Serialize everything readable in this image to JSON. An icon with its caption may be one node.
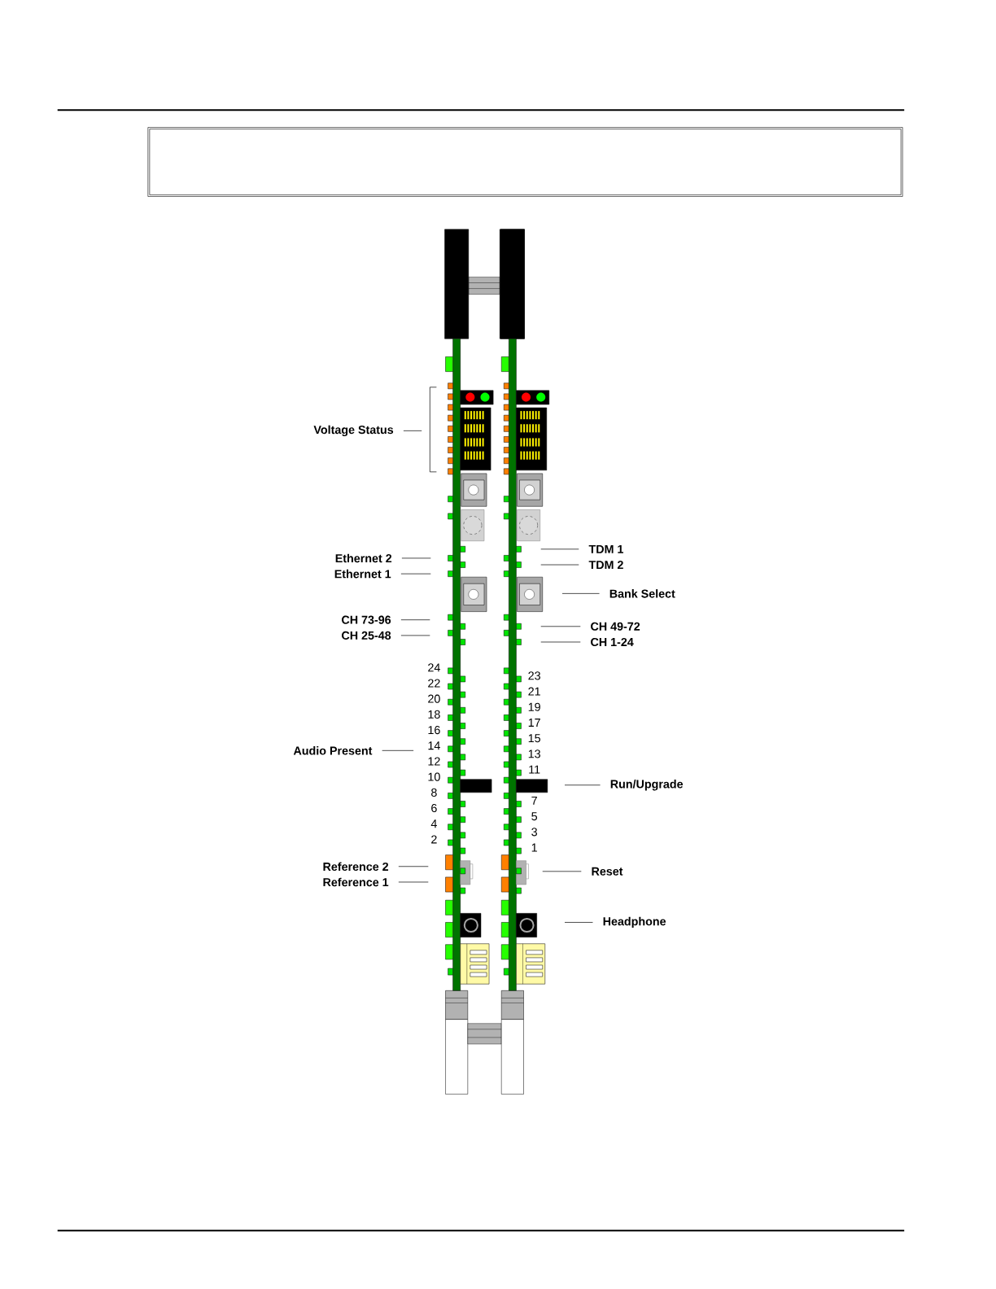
{
  "diagram": {
    "nodes": [
      {
        "text": [
          "Voltage Status"
        ]
      },
      {
        "text": [
          "TDM 1"
        ]
      },
      {
        "text": [
          "Ethernet 2"
        ]
      },
      {
        "text": [
          "TDM 2"
        ]
      },
      {
        "text": [
          "Ethernet 1"
        ]
      },
      {
        "text": [
          "Bank Select"
        ]
      },
      {
        "text": [
          "CH 73-96"
        ]
      },
      {
        "text": [
          "CH 49-72"
        ]
      },
      {
        "text": [
          "CH 25-48"
        ]
      },
      {
        "text": [
          "CH 1-24"
        ]
      },
      {
        "text": [
          "Audio Present"
        ]
      },
      {
        "text": [
          "Run/Upgrade"
        ]
      },
      {
        "text": [
          "Reference 2"
        ]
      },
      {
        "text": [
          "Reset"
        ]
      },
      {
        "text": [
          "Reference 1"
        ]
      },
      {
        "text": [
          "Headphone"
        ]
      }
    ],
    "edges": [
      {
        "from": 0,
        "to": null,
        "arrow": "none"
      },
      {
        "from": 1,
        "to": null,
        "arrow": "none"
      },
      {
        "from": 2,
        "to": null,
        "arrow": "none"
      },
      {
        "from": 3,
        "to": null,
        "arrow": "none"
      },
      {
        "from": 4,
        "to": null,
        "arrow": "none"
      },
      {
        "from": 5,
        "to": null,
        "arrow": "none"
      },
      {
        "from": 6,
        "to": null,
        "arrow": "none"
      },
      {
        "from": 7,
        "to": null,
        "arrow": "none"
      },
      {
        "from": 8,
        "to": null,
        "arrow": "none"
      },
      {
        "from": 9,
        "to": null,
        "arrow": "none"
      },
      {
        "from": 10,
        "to": null,
        "arrow": "none"
      },
      {
        "from": 11,
        "to": null,
        "arrow": "none"
      },
      {
        "from": 12,
        "to": null,
        "arrow": "none"
      },
      {
        "from": 13,
        "to": null,
        "arrow": "none"
      },
      {
        "from": 14,
        "to": null,
        "arrow": "none"
      },
      {
        "from": 15,
        "to": null,
        "arrow": "none"
      }
    ],
    "labels": [
      "24",
      "23",
      "22",
      "21",
      "20",
      "19",
      "18",
      "17",
      "16",
      "15",
      "14",
      "13",
      "12",
      "11",
      "10",
      "8",
      "7",
      "6",
      "5",
      "4",
      "3",
      "2",
      "1"
    ]
  }
}
